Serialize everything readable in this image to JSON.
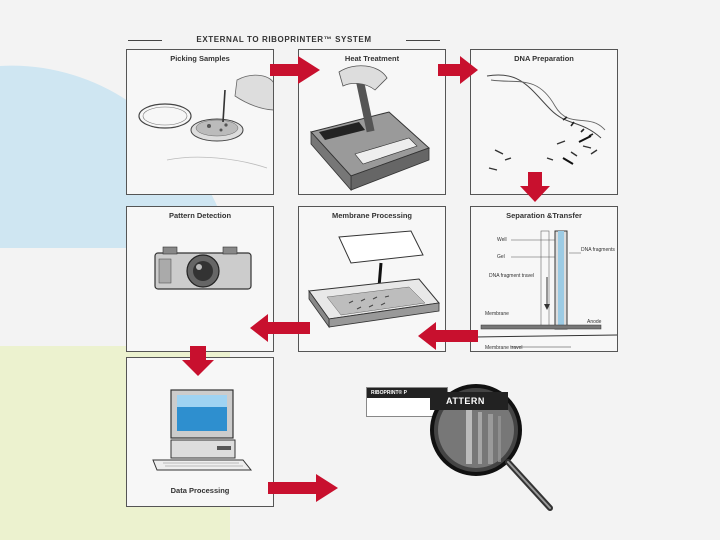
{
  "header": {
    "title": "EXTERNAL TO RIBOPRINTER™ SYSTEM"
  },
  "panels": {
    "picking": {
      "title": "Picking Samples"
    },
    "heat": {
      "title": "Heat Treatment"
    },
    "dna": {
      "title": "DNA Preparation"
    },
    "pattern": {
      "title": "Pattern Detection"
    },
    "membrane": {
      "title": "Membrane Processing"
    },
    "separation": {
      "title": "Separation &Transfer",
      "labels": {
        "well": "Well",
        "gel": "Gel",
        "dna_fragments": "DNA fragments",
        "fragment_travel": "DNA fragment travel",
        "membrane": "Membrane",
        "anode": "Anode",
        "membrane_travel": "Membrane travel"
      }
    },
    "data": {
      "title": "Data Processing"
    }
  },
  "riboprint": {
    "bar_text": "RIBOPRINT® P",
    "lens_text": "ATTERN"
  },
  "colors": {
    "arrow": "#c8102e",
    "background_blue": "#cfe6f2",
    "background_green": "#ecf2cf"
  }
}
